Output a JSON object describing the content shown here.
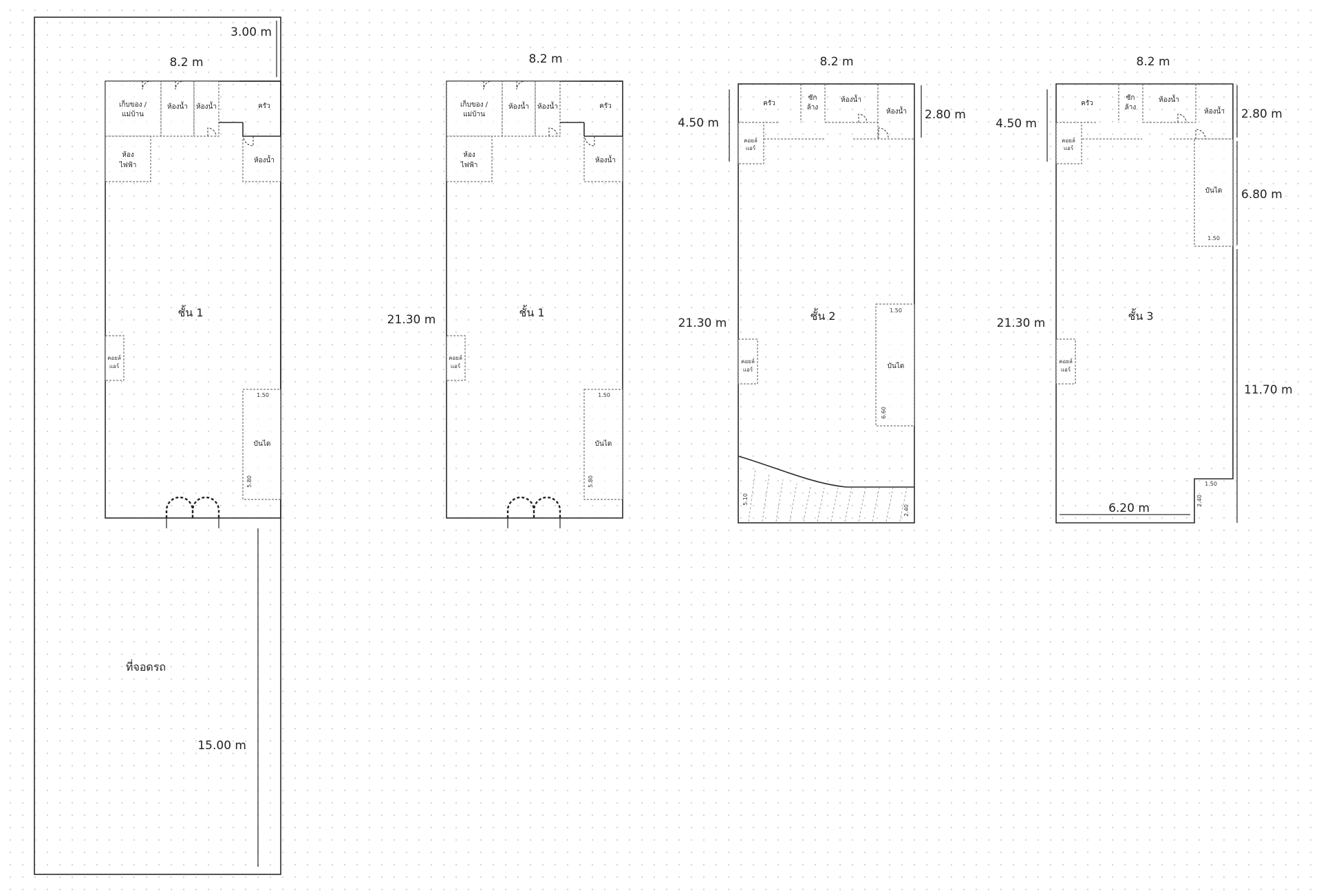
{
  "plans": {
    "plan_a": {
      "width_dim": "8.2 m",
      "setback_dim": "3.00 m",
      "parking_dim": "15.00 m",
      "parking": "ที่จอดรถ",
      "floor": "ชั้น 1",
      "storage_line1": "เก็บของ /",
      "storage_line2": "แม่บ้าน",
      "bath1": "ห้องน้ำ",
      "bath2": "ห้องน้ำ",
      "kitchen": "ครัว",
      "bath3": "ห้องน้ำ",
      "electric_line1": "ห้อง",
      "electric_line2": "ไฟฟ้า",
      "ac_line1": "คอยล์",
      "ac_line2": "แอร์",
      "stair": "บันได",
      "stair_w": "1.50",
      "stair_l": "5.80"
    },
    "plan_b": {
      "width_dim": "8.2 m",
      "depth_dim": "21.30 m",
      "floor": "ชั้น 1",
      "storage_line1": "เก็บของ /",
      "storage_line2": "แม่บ้าน",
      "bath1": "ห้องน้ำ",
      "bath2": "ห้องน้ำ",
      "kitchen": "ครัว",
      "bath3": "ห้องน้ำ",
      "electric_line1": "ห้อง",
      "electric_line2": "ไฟฟ้า",
      "ac_line1": "คอยล์",
      "ac_line2": "แอร์",
      "stair": "บันได",
      "stair_w": "1.50",
      "stair_l": "5.80"
    },
    "plan_c": {
      "width_dim": "8.2 m",
      "front_dim": "4.50 m",
      "back_dim": "2.80 m",
      "depth_dim": "21.30 m",
      "floor": "ชั้น 2",
      "kitchen": "ครัว",
      "laundry_line1": "ซัก",
      "laundry_line2": "ล้าง",
      "bath1": "ห้องน้ำ",
      "bath2": "ห้องน้ำ",
      "ac_top_line1": "คอยล์",
      "ac_top_line2": "แอร์",
      "ac_line1": "คอยล์",
      "ac_line2": "แอร์",
      "stair": "บันได",
      "stair_w": "1.50",
      "stair_l": "6.60",
      "void_l": "5.10",
      "void_r": "2.40"
    },
    "plan_d": {
      "width_dim": "8.2 m",
      "front_dim": "4.50 m",
      "back_dim": "2.80 m",
      "stair_dim": "6.80 m",
      "depth_dim": "21.30 m",
      "rear_dim": "11.70 m",
      "bottom_dim": "6.20 m",
      "floor": "ชั้น 3",
      "kitchen": "ครัว",
      "laundry_line1": "ซัก",
      "laundry_line2": "ล้าง",
      "bath1": "ห้องน้ำ",
      "bath2": "ห้องน้ำ",
      "ac_top_line1": "คอยล์",
      "ac_top_line2": "แอร์",
      "ac_line1": "คอยล์",
      "ac_line2": "แอร์",
      "stair": "บันได",
      "stair_w": "1.50",
      "step_w": "1.50",
      "step_h": "2.40"
    }
  }
}
